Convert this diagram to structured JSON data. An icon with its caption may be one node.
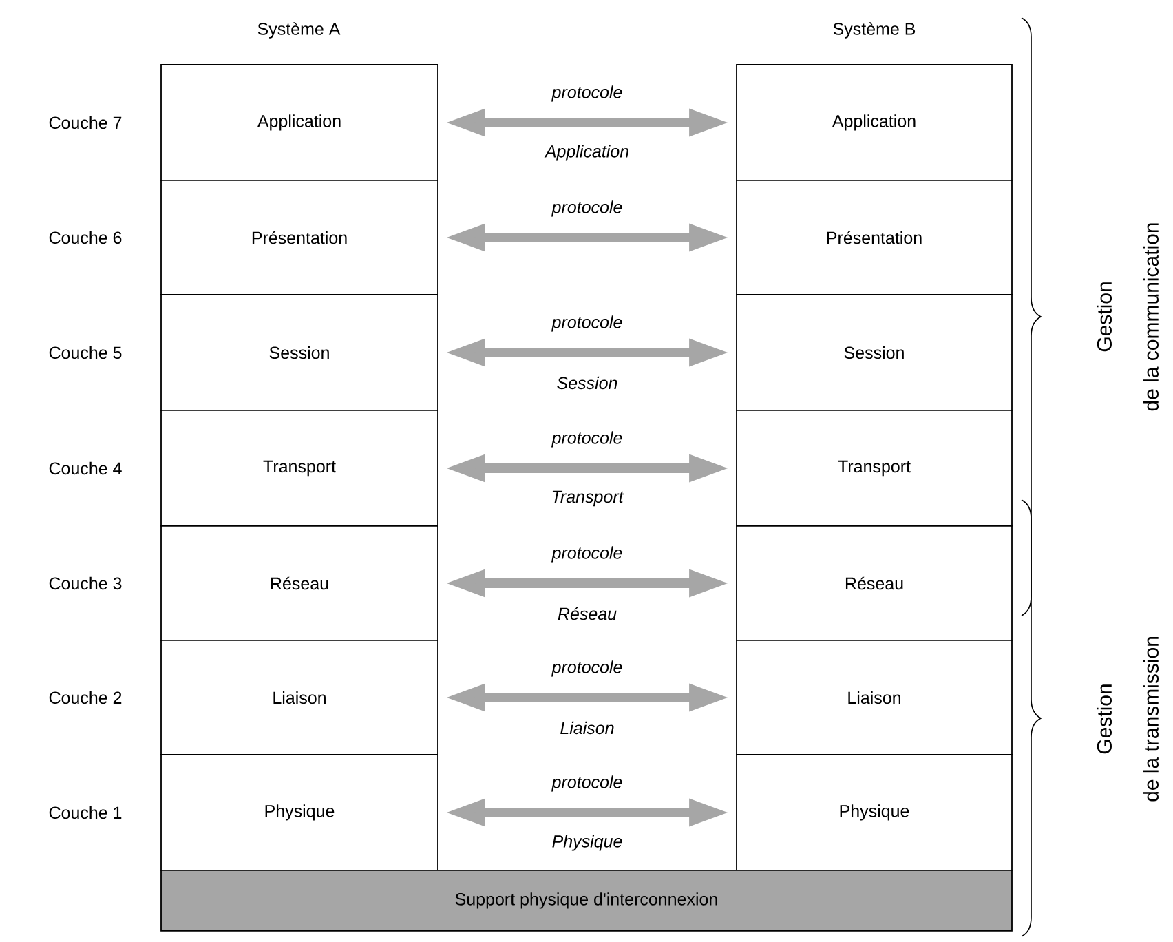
{
  "diagram": {
    "nodes": [
      {
        "text": [
          "Application"
        ]
      },
      {
        "text": [
          "Application"
        ]
      },
      {
        "text": [
          "Présentation"
        ]
      },
      {
        "text": [
          "Présentation"
        ]
      },
      {
        "text": [
          "Session"
        ]
      },
      {
        "text": [
          "Session"
        ]
      },
      {
        "text": [
          "Transport"
        ]
      },
      {
        "text": [
          "Transport"
        ]
      },
      {
        "text": [
          "Réseau"
        ]
      },
      {
        "text": [
          "Réseau"
        ]
      },
      {
        "text": [
          "Liaison"
        ]
      },
      {
        "text": [
          "Liaison"
        ]
      },
      {
        "text": [
          "Physique"
        ]
      },
      {
        "text": [
          "Physique"
        ]
      },
      {
        "text": [
          "Support physique d'interconnexion"
        ]
      }
    ],
    "edges": [
      {
        "from": 0,
        "to": 1,
        "arrow": "both",
        "label": "protocole"
      },
      {
        "from": 2,
        "to": 3,
        "arrow": "both",
        "label": "protocole"
      },
      {
        "from": 4,
        "to": 5,
        "arrow": "both",
        "label": "protocole"
      },
      {
        "from": 6,
        "to": 7,
        "arrow": "both",
        "label": "protocole"
      },
      {
        "from": 8,
        "to": 9,
        "arrow": "both",
        "label": "protocole"
      },
      {
        "from": 10,
        "to": 11,
        "arrow": "both",
        "label": "protocole"
      },
      {
        "from": 12,
        "to": 13,
        "arrow": "both",
        "label": "protocole"
      }
    ],
    "labels": [
      "Système A",
      "Système B",
      "Couche 7",
      "Application",
      "Couche 6",
      "Couche 5",
      "Session",
      "Couche 4",
      "Transport",
      "Couche 3",
      "Réseau",
      "Couche 2",
      "Liaison",
      "Couche 1",
      "Physique",
      "Gestion",
      "de la communication",
      "Gestion",
      "de la transmission"
    ]
  }
}
